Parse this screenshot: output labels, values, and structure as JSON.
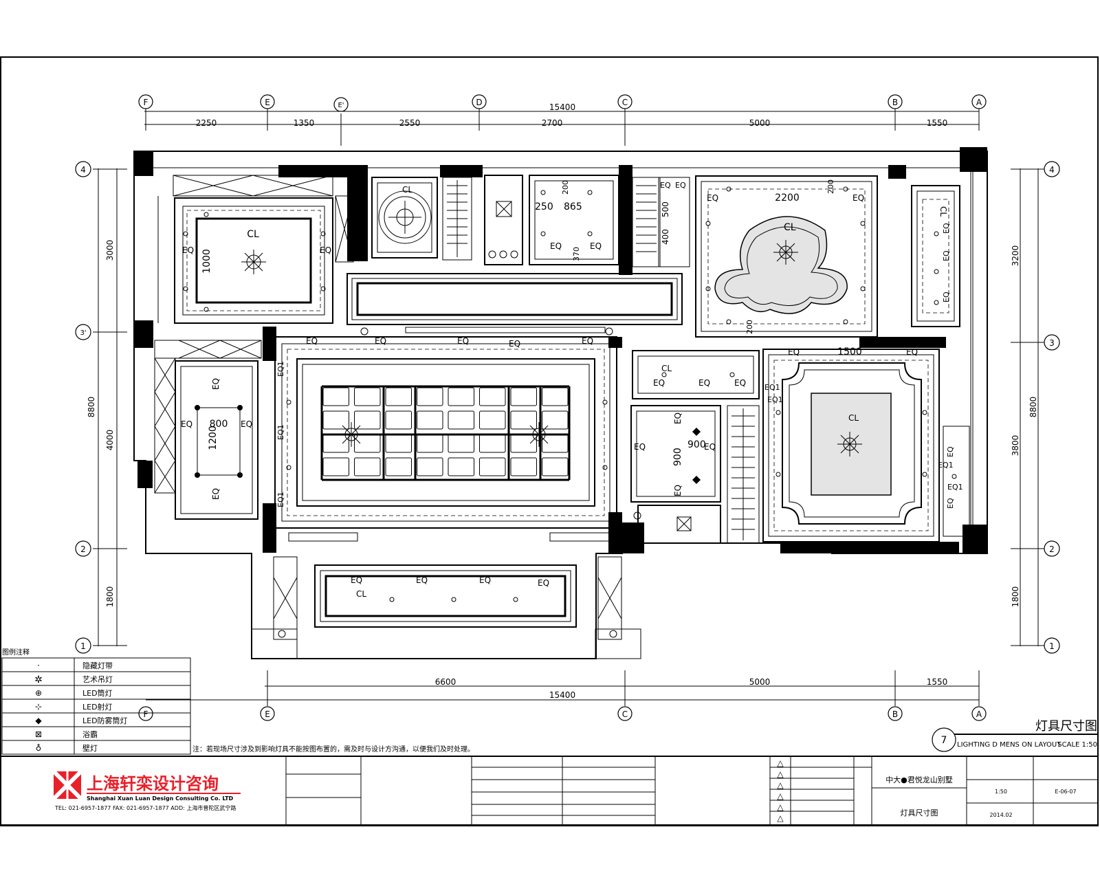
{
  "drawing": {
    "title_cn": "灯具尺寸图",
    "title_en": "LIGHTING D MENS ON LAYOUT",
    "scale": "SCALE   1:50",
    "sheet_ref": "7"
  },
  "dimensions_top": {
    "overall": "15400",
    "segments": [
      "2250",
      "1350",
      "2550",
      "2700",
      "5000",
      "1550"
    ]
  },
  "dimensions_bottom": {
    "overall": "15400",
    "segments": [
      "6600",
      "5000",
      "1550"
    ]
  },
  "dimensions_left": [
    "3000",
    "8800",
    "4000",
    "1800"
  ],
  "dimensions_right": [
    "3200",
    "8800",
    "3800",
    "1800"
  ],
  "grid_top": [
    "F",
    "E",
    "D",
    "C",
    "B",
    "A"
  ],
  "grid_top_partial": "E'",
  "grid_bottom": [
    "F",
    "E",
    "C",
    "B",
    "A"
  ],
  "grid_left": [
    "4",
    "3'",
    "2",
    "1"
  ],
  "grid_right": [
    "4",
    "3",
    "2",
    "1"
  ],
  "room_dims": {
    "d1000": "1000",
    "d2200": "2200",
    "d250": "250",
    "d865": "865",
    "d200a": "200",
    "d200b": "200",
    "d200c": "200",
    "d400": "400",
    "d500": "500",
    "d370": "370",
    "d800": "800",
    "d1200": "1200",
    "d1500": "1500",
    "d900a": "900",
    "d900b": "900",
    "eq": "EQ",
    "eq1": "EQ1",
    "cl": "CL"
  },
  "legend": {
    "title": "图例注释",
    "items": [
      {
        "symbol": "·",
        "label": "隐藏灯带"
      },
      {
        "symbol": "✲",
        "label": "艺术吊灯"
      },
      {
        "symbol": "⊕",
        "label": "LED筒灯"
      },
      {
        "symbol": "⊹",
        "label": "LED射灯"
      },
      {
        "symbol": "◆",
        "label": "LED防雾筒灯"
      },
      {
        "symbol": "⊠",
        "label": "浴霸"
      },
      {
        "symbol": "♁",
        "label": "壁灯"
      }
    ]
  },
  "note": "注：若现场尺寸涉及到影响灯具不能按图布置的，需及时与设计方沟通，以便我们及时处理。",
  "title_block": {
    "company_cn": "上海轩栾设计咨询",
    "company_en": "Shanghai Xuan Luan Design Consulting Co. LTD",
    "contact": "TEL: 021-6957-1877   FAX: 021-6957-1877   ADD: 上海市普陀区武宁路",
    "project": "中大●君悦龙山别墅",
    "drawing_name": "灯具尺寸图",
    "date": "2014.02",
    "scale_val": "1:50",
    "sheet_no": "E-06-07",
    "revision_marks": [
      "△",
      "△",
      "△",
      "△",
      "△",
      "△"
    ]
  }
}
